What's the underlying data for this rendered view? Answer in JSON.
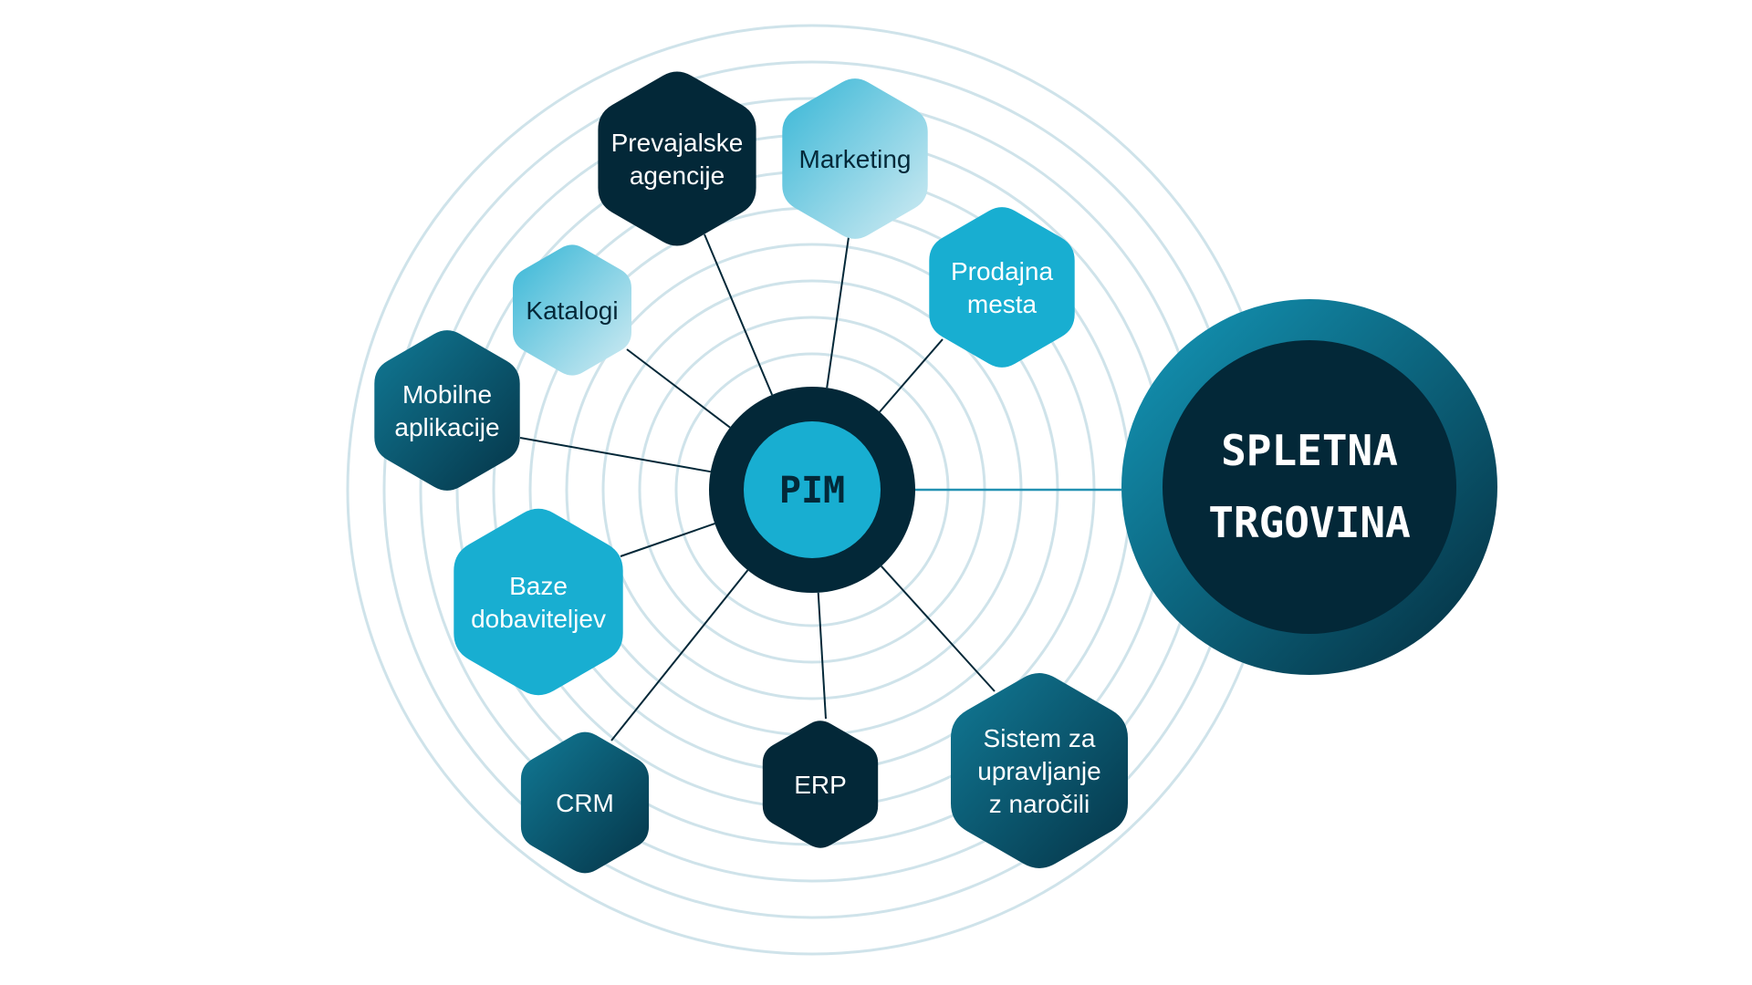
{
  "center": {
    "label": "PIM"
  },
  "target": {
    "line1": "SPLETNA",
    "line2": "TRGOVINA"
  },
  "nodes": [
    {
      "id": "prevajalske-agencije",
      "lines": [
        "Prevajalske",
        "agencije"
      ],
      "fill": "dark"
    },
    {
      "id": "marketing",
      "lines": [
        "Marketing"
      ],
      "fill": "pale"
    },
    {
      "id": "prodajna-mesta",
      "lines": [
        "Prodajna",
        "mesta"
      ],
      "fill": "cyan"
    },
    {
      "id": "katalogi",
      "lines": [
        "Katalogi"
      ],
      "fill": "pale"
    },
    {
      "id": "mobilne-aplikacije",
      "lines": [
        "Mobilne",
        "aplikacije"
      ],
      "fill": "teal"
    },
    {
      "id": "baze-dobaviteljev",
      "lines": [
        "Baze",
        "dobaviteljev"
      ],
      "fill": "cyan"
    },
    {
      "id": "crm",
      "lines": [
        "CRM"
      ],
      "fill": "teal"
    },
    {
      "id": "erp",
      "lines": [
        "ERP"
      ],
      "fill": "dark"
    },
    {
      "id": "sistem-za-upravljanje",
      "lines": [
        "Sistem za",
        "upravljanje",
        "z naročili"
      ],
      "fill": "teal"
    }
  ],
  "colors": {
    "dark": "#032838",
    "cyan": "#18AED1",
    "teal_start": "#117A96",
    "teal_end": "#053447",
    "pale_start": "#36B6D6",
    "pale_end": "#D3ECF3",
    "ring": "#CFE3EA",
    "connector": "#032838",
    "connector_target": "#2391B2"
  }
}
